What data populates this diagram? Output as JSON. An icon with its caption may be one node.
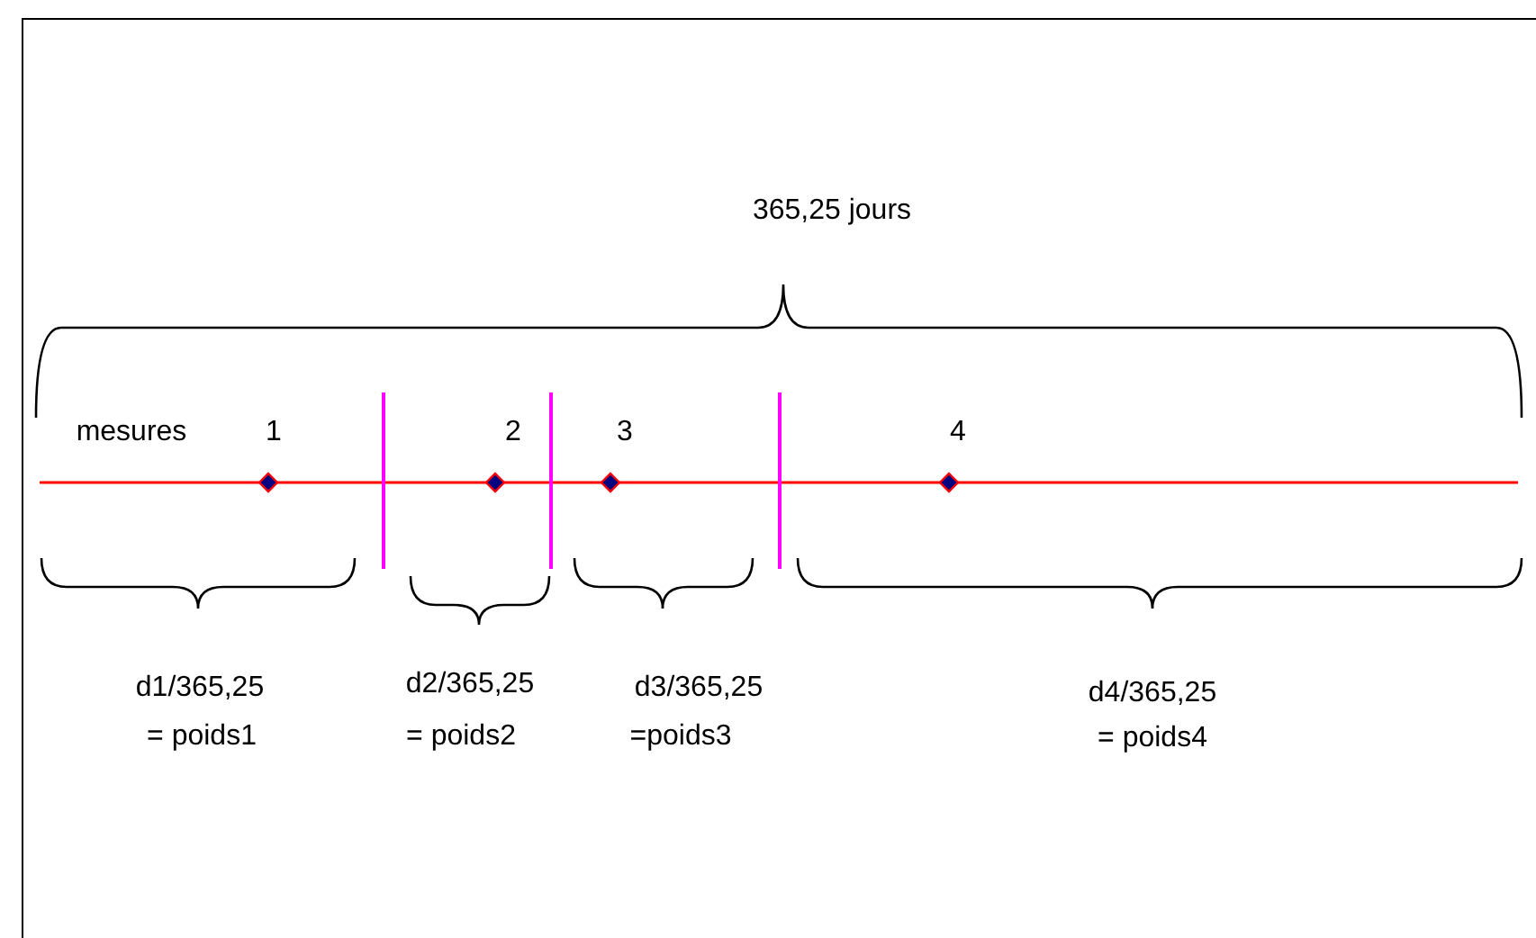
{
  "diagram": {
    "labels": [
      "365,25 jours",
      "mesures",
      "1",
      "2",
      "3",
      "4",
      "d1/365,25",
      "= poids1",
      "d2/365,25",
      "= poids2",
      "d3/365,25",
      "=poids3",
      "d4/365,25",
      "= poids4"
    ]
  }
}
